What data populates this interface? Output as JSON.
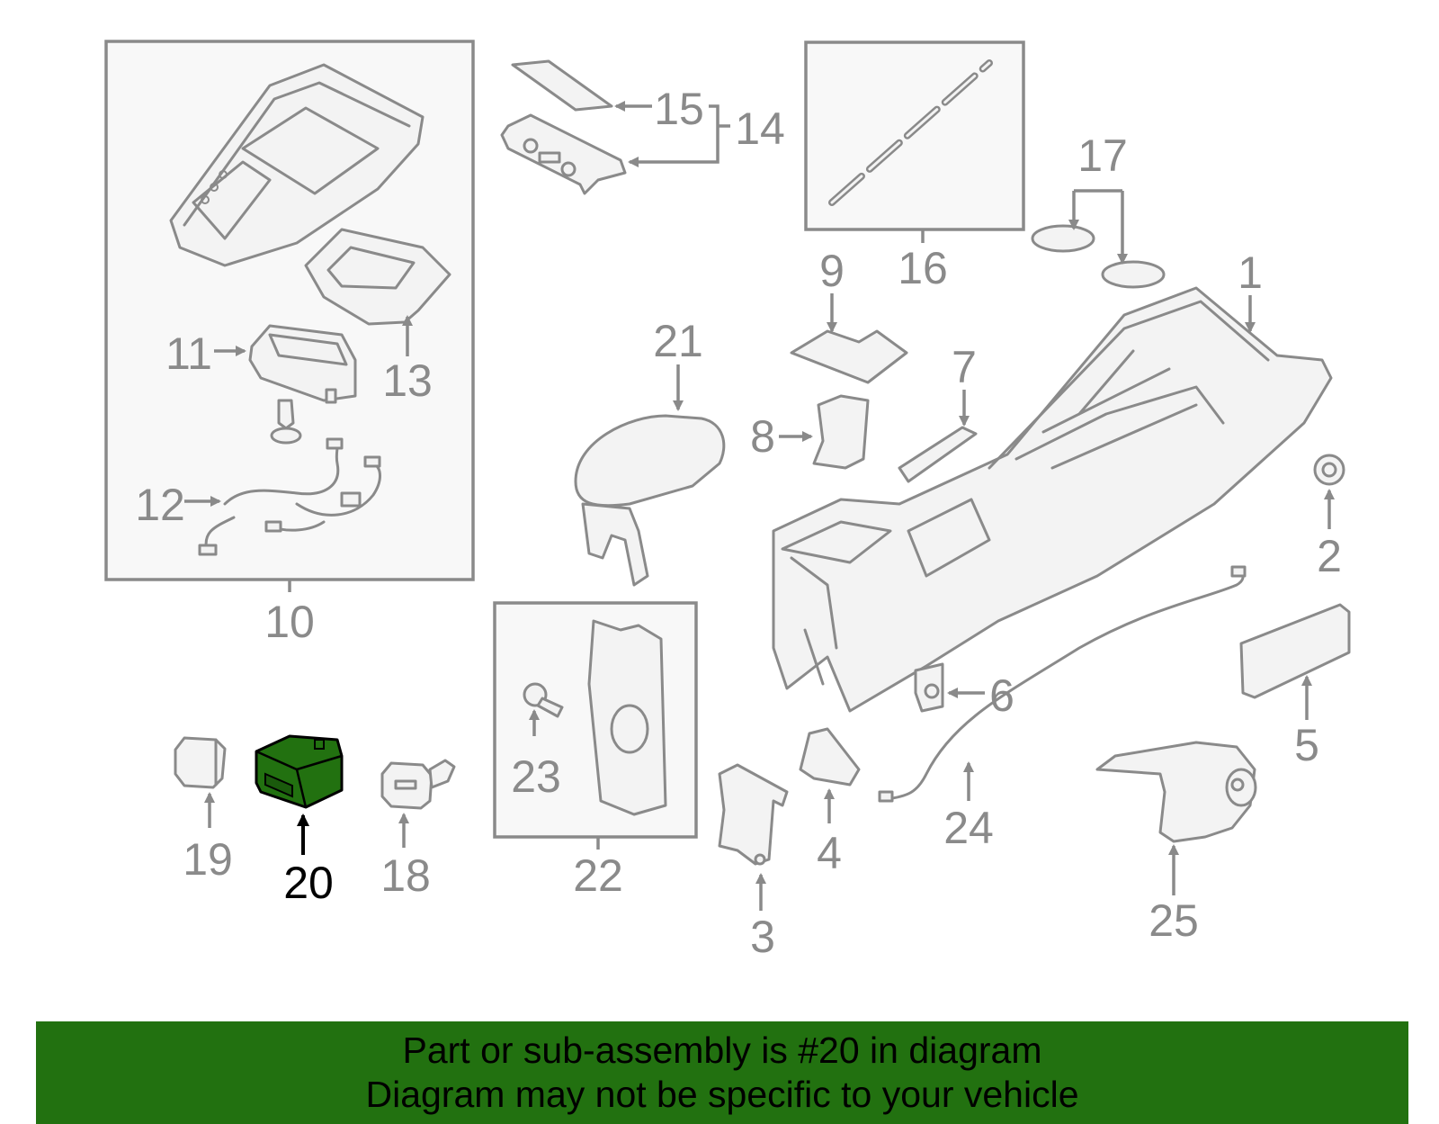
{
  "colors": {
    "line": "#8a8a8a",
    "highlight_fill": "#227110",
    "banner_bg": "#227110",
    "highlight_label": "#000000"
  },
  "labels": {
    "p1": "1",
    "p2": "2",
    "p3": "3",
    "p4": "4",
    "p5": "5",
    "p6": "6",
    "p7": "7",
    "p8": "8",
    "p9": "9",
    "p10": "10",
    "p11": "11",
    "p12": "12",
    "p13": "13",
    "p14": "14",
    "p15": "15",
    "p16": "16",
    "p17": "17",
    "p18": "18",
    "p19": "19",
    "p20": "20",
    "p21": "21",
    "p22": "22",
    "p23": "23",
    "p24": "24",
    "p25": "25"
  },
  "highlighted_part": "20",
  "banner": {
    "line1": "Part or sub-assembly is #20 in diagram",
    "line2": "Diagram may not be specific to your vehicle"
  }
}
